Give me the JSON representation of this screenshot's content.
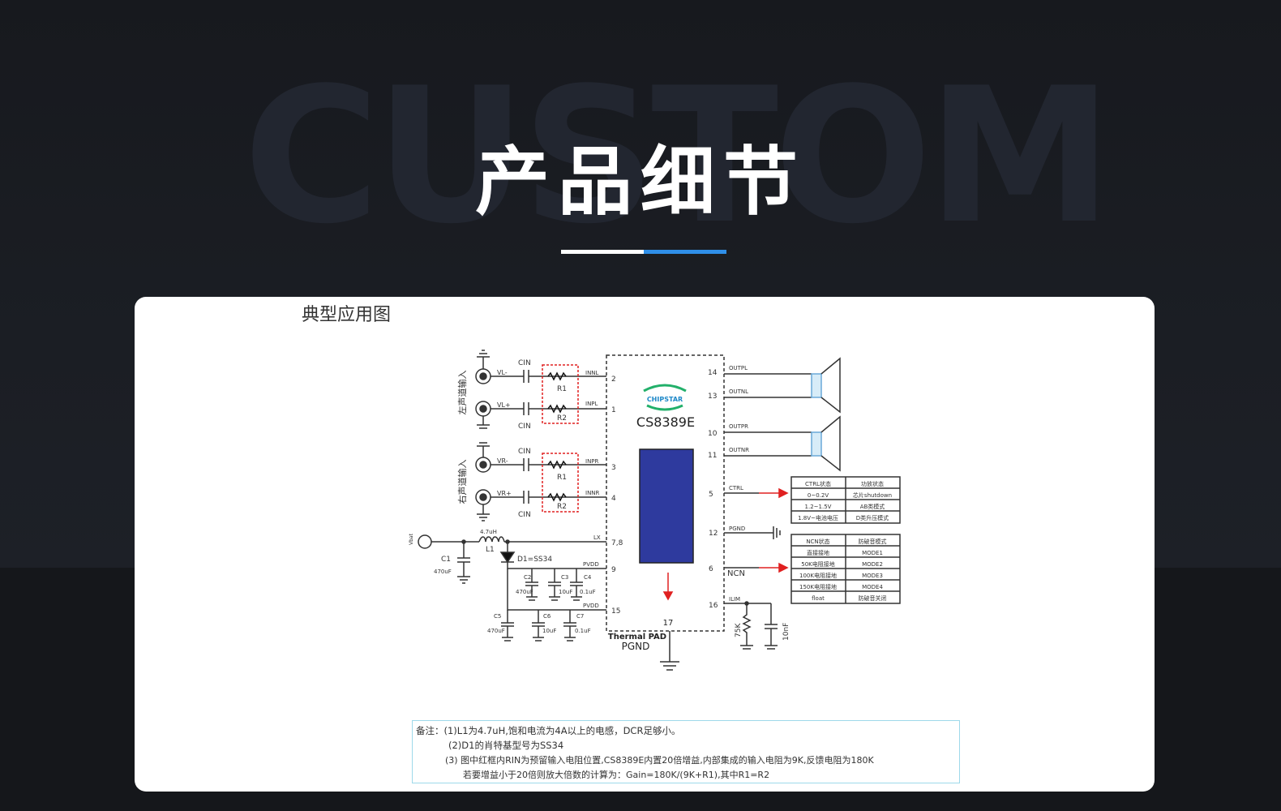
{
  "page": {
    "watermark": "CUSTOM",
    "title": "产品细节",
    "accent_white": "#ffffff",
    "accent_blue": "#2f8fe8"
  },
  "card": {
    "heading": "典型应用图",
    "left_channel_label": "左声道输入",
    "right_channel_label": "右声道输入",
    "chip": {
      "brand": "CHIPSTAR",
      "part": "CS8389E",
      "thermal_pad": "Thermal PAD",
      "pgnd": "PGND",
      "pad_number": "17"
    },
    "inputs": {
      "vl_minus": "VL-",
      "vl_plus": "VL+",
      "vr_minus": "VR-",
      "vr_plus": "VR+",
      "cin": "CIN",
      "r1": "R1",
      "r2": "R2"
    },
    "left_pins": [
      {
        "name": "INNL",
        "num": "2"
      },
      {
        "name": "INPL",
        "num": "1"
      },
      {
        "name": "INPR",
        "num": "3"
      },
      {
        "name": "INNR",
        "num": "4"
      },
      {
        "name": "LX",
        "num": "7,8"
      },
      {
        "name": "PVDD",
        "num": "9"
      },
      {
        "name": "PVDD",
        "num": "15"
      }
    ],
    "right_pins": [
      {
        "name": "OUTPL",
        "num": "14"
      },
      {
        "name": "OUTNL",
        "num": "13"
      },
      {
        "name": "OUTPR",
        "num": "10"
      },
      {
        "name": "OUTNR",
        "num": "11"
      },
      {
        "name": "CTRL",
        "num": "5"
      },
      {
        "name": "PGND",
        "num": "12"
      },
      {
        "name": "NCN",
        "num": "6"
      },
      {
        "name": "ILIM",
        "num": "16"
      }
    ],
    "power": {
      "vbat": "Vbat",
      "l1_value": "4.7uH",
      "l1": "L1",
      "d1": "D1=SS34",
      "c1": "C1",
      "c1_value": "470uF",
      "c2": "C2",
      "c3": "C3",
      "c4": "C4",
      "c5": "C5",
      "c6": "C6",
      "c7": "C7",
      "c_470": "470uF",
      "c_10": "10uF",
      "c_01": "0.1uF",
      "r_ilim": "75K",
      "c_ilim": "10nF"
    },
    "ctrl_table": {
      "headers": [
        "CTRL状态",
        "功放状态"
      ],
      "rows": [
        [
          "0~0.2V",
          "芯片shutdown"
        ],
        [
          "1.2~1.5V",
          "AB类模式"
        ],
        [
          "1.8V~电池电压",
          "D类升压模式"
        ]
      ]
    },
    "ncn_table": {
      "headers": [
        "NCN状态",
        "防破音模式"
      ],
      "rows": [
        [
          "直接接地",
          "MODE1"
        ],
        [
          "50K电阻接地",
          "MODE2"
        ],
        [
          "100K电阻接地",
          "MODE3"
        ],
        [
          "150K电阻接地",
          "MODE4"
        ],
        [
          "float",
          "防破音关闭"
        ]
      ]
    },
    "notes": {
      "line1": "备注：(1)L1为4.7uH,饱和电流为4A以上的电感，DCR足够小。",
      "line2": "(2)D1的肖特基型号为SS34",
      "line3": "(3) 图中红框内RIN为预留输入电阻位置,CS8389E内置20倍增益,内部集成的输入电阻为9K,反馈电阻为180K",
      "line4": "若要增益小于20倍则放大倍数的计算为：Gain=180K/(9K+R1),其中R1=R2"
    }
  }
}
